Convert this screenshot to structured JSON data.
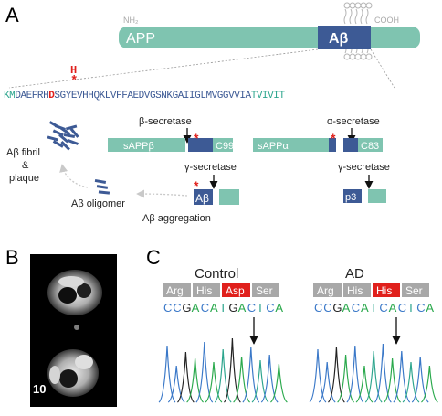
{
  "panels": {
    "a": "A",
    "b": "B",
    "c": "C"
  },
  "colors": {
    "teal": "#7fc4b0",
    "navy": "#3d5a95",
    "red": "#e0201c",
    "gray_box": "#a8a8a8",
    "t": "#2ca58d",
    "g": "#222222",
    "c": "#3a78c8",
    "a": "#2aa94c"
  },
  "app": {
    "label": "APP",
    "abeta": "Aβ",
    "nh2": "NH₂",
    "cooh": "COOH"
  },
  "mutation": {
    "letter": "H",
    "star": "*"
  },
  "sequence": {
    "pre": "KM",
    "pre2": "DAEFRH",
    "mut": "D",
    "mid": "SGYEVHHQKLVFFAEDVGSNKGAIIGLMVGGVVIA",
    "post": "TVIVIT"
  },
  "processing": {
    "beta_secretase": "β-secretase",
    "alpha_secretase": "α-secretase",
    "gamma_secretase_1": "γ-secretase",
    "gamma_secretase_2": "γ-secretase",
    "sappb": "sAPPβ",
    "c99": "C99",
    "sappa": "sAPPα",
    "c83": "C83",
    "abeta": "Aβ",
    "p3": "p3",
    "fibril_l1": "Aβ fibril",
    "fibril_l2": "&",
    "fibril_l3": "plaque",
    "oligomer": "Aβ oligomer",
    "aggregation": "Aβ aggregation",
    "star": "*"
  },
  "scan": {
    "number": "10"
  },
  "chromatograms": {
    "control": {
      "title": "Control",
      "codons": [
        "Arg",
        "His",
        "Asp",
        "Ser"
      ],
      "highlight_index": 2,
      "bases": [
        "C",
        "C",
        "G",
        "A",
        "C",
        "A",
        "T",
        "G",
        "A",
        "C",
        "T",
        "C",
        "A"
      ]
    },
    "ad": {
      "title": "AD",
      "codons": [
        "Arg",
        "His",
        "His",
        "Ser"
      ],
      "highlight_index": 2,
      "bases": [
        "C",
        "C",
        "G",
        "A",
        "C",
        "A",
        "T",
        "C",
        "A",
        "C",
        "T",
        "C",
        "A"
      ]
    }
  }
}
